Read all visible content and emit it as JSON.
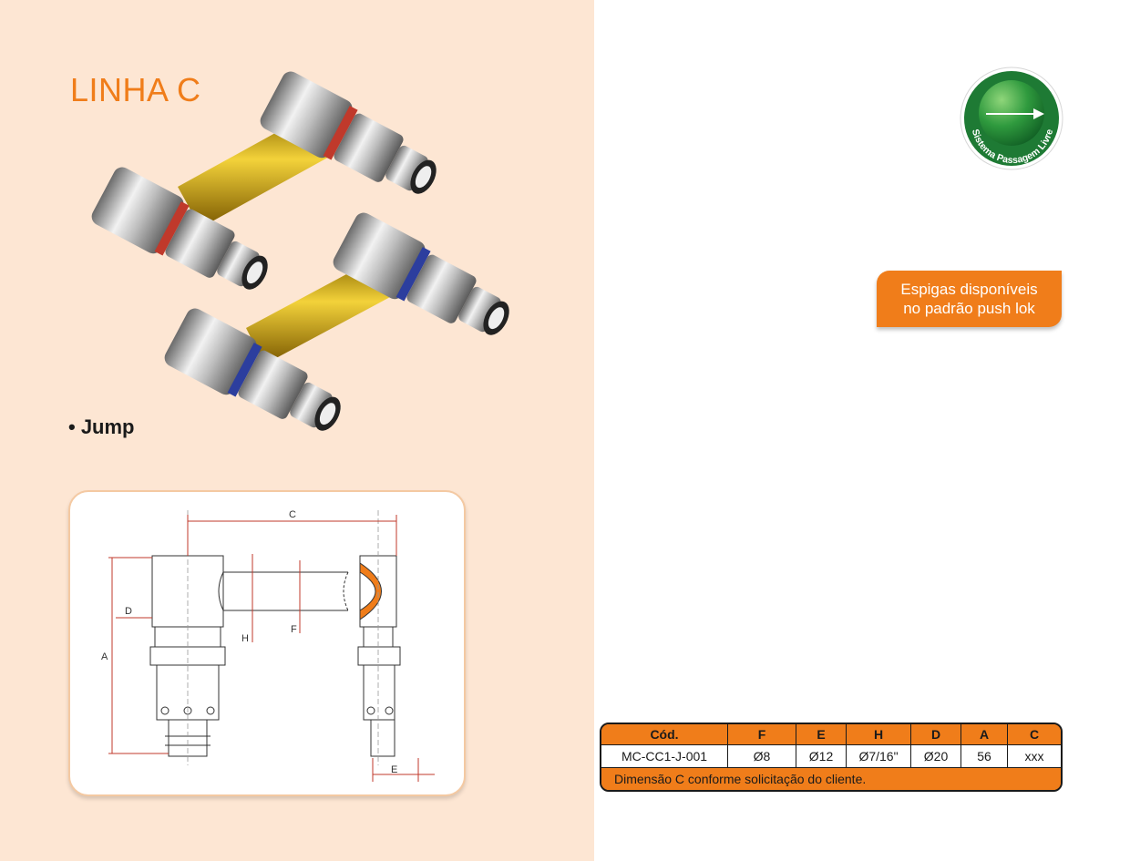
{
  "page": {
    "title": "LINHA C",
    "product_bullet": "• Jump"
  },
  "badge": {
    "text": "Sistema Passagem Livre",
    "colors": {
      "outer": "#ffffff",
      "ring": "#1e7a34",
      "inner": "#2f9a3e"
    }
  },
  "callout": {
    "line1": "Espigas disponíveis",
    "line2": "no padrão push lok"
  },
  "drawing": {
    "labels": {
      "C": "C",
      "D": "D",
      "A": "A",
      "H": "H",
      "F": "F",
      "E": "E"
    }
  },
  "table": {
    "headers": [
      "Cód.",
      "F",
      "E",
      "H",
      "D",
      "A",
      "C"
    ],
    "rows": [
      [
        "MC-CC1-J-001",
        "Ø8",
        "Ø12",
        "Ø7/16\"",
        "Ø20",
        "56",
        "xxx"
      ]
    ],
    "note": "Dimensão C conforme solicitação do cliente."
  },
  "colors": {
    "accent": "#f07d1a",
    "panel_bg": "#fde6d3",
    "dimension_line": "#c0392b"
  }
}
